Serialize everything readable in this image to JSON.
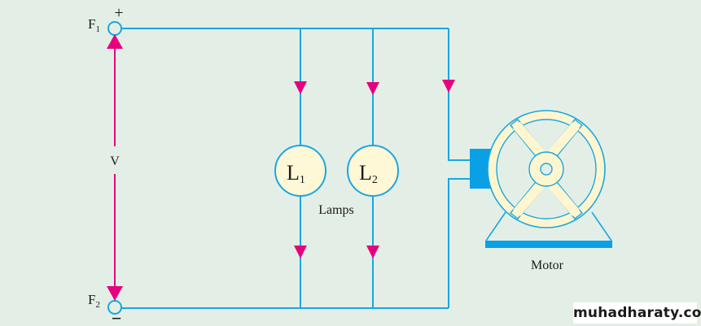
{
  "diagram": {
    "title": "DC shunt circuit with lamps and motor",
    "terminals": {
      "positive": {
        "name": "F",
        "subscript": "1",
        "polarity": "+"
      },
      "negative": {
        "name": "F",
        "subscript": "2",
        "polarity": "−"
      }
    },
    "voltage_label": "V",
    "lamps": [
      {
        "name": "L",
        "subscript": "1"
      },
      {
        "name": "L",
        "subscript": "2"
      }
    ],
    "lamps_label": "Lamps",
    "motor_label": "Motor",
    "colors": {
      "background": "#e3efe6",
      "wire": "#1ba6e0",
      "arrow": "#e6007e",
      "lamp_fill": "#fff8d6",
      "motor_fill": "#fff6cf",
      "motor_block": "#0aa0e6"
    }
  },
  "watermark": "muhadharaty.com"
}
